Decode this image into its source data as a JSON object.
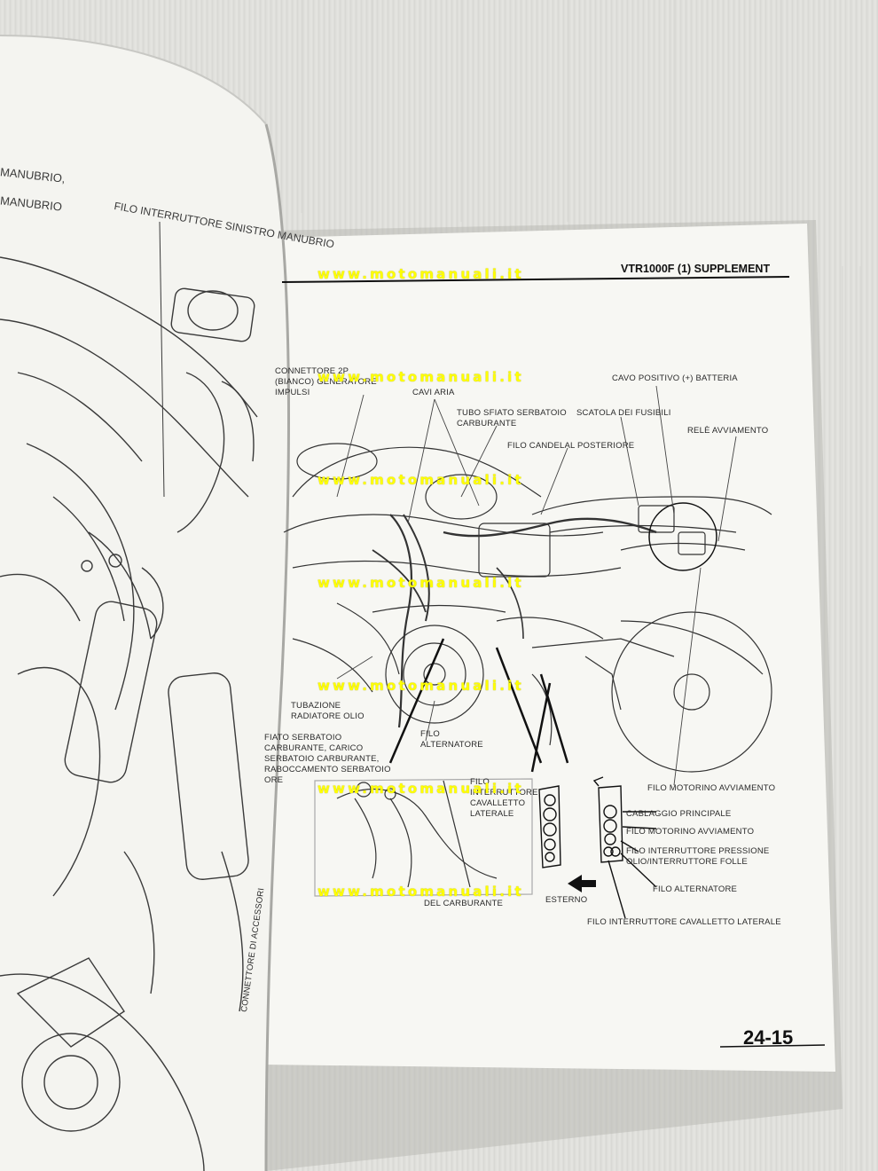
{
  "manual": {
    "header": "VTR1000F (1) SUPPLEMENT",
    "page_number": "24-15"
  },
  "watermark": "www.motomanuali.it",
  "left_page": {
    "label_handlebar_1": "MANUBRIO,",
    "label_handlebar_2": "MANUBRIO",
    "label_left_switch": "FILO INTERRUTTORE SINISTRO MANUBRIO",
    "label_connector": "CONNETTORE DI ACCESSORI"
  },
  "labels": {
    "connector_2p": "CONNETTORE 2P (BIANCO) GENERATORE IMPULSI",
    "cavi_aria": "CAVI ARIA",
    "tubo_sfiato": "TUBO SFIATO SERBATOIO CARBURANTE",
    "filo_candela": "FILO CANDELAL POSTERIORE",
    "cavo_positivo": "CAVO POSITIVO (+) BATTERIA",
    "scatola_fusibili": "SCATOLA DEI FUSIBILI",
    "rele": "RELÈ AVVIAMENTO",
    "tubazione": "TUBAZIONE RADIATORE OLIO",
    "fiato": "FIATO SERBATOIO CARBURANTE, CARICO SERBATOIO CARBURANTE, RABOCCAMENTO SERBATOIO ORE",
    "filo_alternatore_main": "FILO ALTERNATORE",
    "filo_motorino_main": "FILO MOTORINO AVVIAMENTO",
    "filo_cavalletto": "FILO INTERRUTTORE CAVALLETTO LATERALE",
    "cablaggio": "CABLAGGIO PRINCIPALE",
    "filo_motorino": "FILO MOTORINO AVVIAMENTO",
    "filo_pressione": "FILO INTERRUTTORE PRESSIONE OLIO/INTERRUTTORE FOLLE",
    "filo_alternatore": "FILO ALTERNATORE",
    "del_carburante": "DEL CARBURANTE",
    "esterno": "ESTERNO",
    "filo_interruttore_cavalletto": "FILO INTERRUTTORE CAVALLETTO LATERALE"
  }
}
